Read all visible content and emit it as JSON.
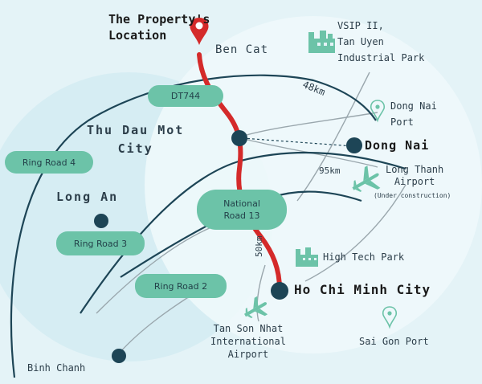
{
  "title": "The Property's\nLocation",
  "places": {
    "ben_cat": "Ben Cat",
    "vsip": "VSIP II,\nTan Uyen\nIndustrial Park",
    "dong_nai_port": "Dong Nai\nPort",
    "thu_dau_mot": "Thu Dau Mot\nCity",
    "dong_nai": "Dong Nai",
    "long_thanh": "Long Thanh\nAirport",
    "long_thanh_note": "(Under construction)",
    "long_an": "Long An",
    "high_tech": "High Tech Park",
    "hcmc": "Ho Chi Minh City",
    "tan_son_nhat": "Tan Son Nhat\nInternational\nAirport",
    "saigon_port": "Sai Gon Port",
    "binh_chanh": "Binh Chanh"
  },
  "roads": {
    "dt744": "DT744",
    "nr13": "National\nRoad 13",
    "ring4": "Ring Road 4",
    "ring3": "Ring Road 3",
    "ring2": "Ring Road 2"
  },
  "distances": {
    "d48": "48km",
    "d95": "95km",
    "d50": "50km"
  },
  "colors": {
    "background": "#e4f3f7",
    "route": "#d42a2a",
    "node": "#1d4556",
    "pill": "#6cc3a8",
    "icon": "#6cc3a8"
  },
  "icons": {
    "location_pin": "map-pin-icon",
    "factory": "factory-icon",
    "port_pin": "location-pin-icon",
    "airplane": "airplane-icon"
  }
}
